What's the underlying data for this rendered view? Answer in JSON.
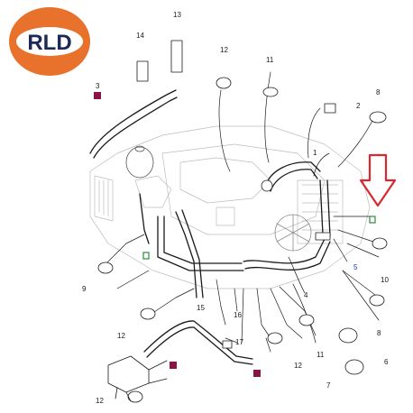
{
  "logo": {
    "text": "RLD",
    "accent": "#e8712b",
    "inner": "#ffffff",
    "text_color": "#1d2a57"
  },
  "colors": {
    "line": "#1a1a1a",
    "arrow": "#d9282f",
    "marker": "#8b1446",
    "tag": "#2a8c3a",
    "blue_label": "#1b2fb0"
  },
  "callouts": [
    "1",
    "2",
    "3",
    "4",
    "5",
    "6",
    "7",
    "8",
    "8",
    "9",
    "10",
    "11",
    "11",
    "12",
    "12",
    "12",
    "12",
    "13",
    "14",
    "15",
    "16",
    "17"
  ]
}
